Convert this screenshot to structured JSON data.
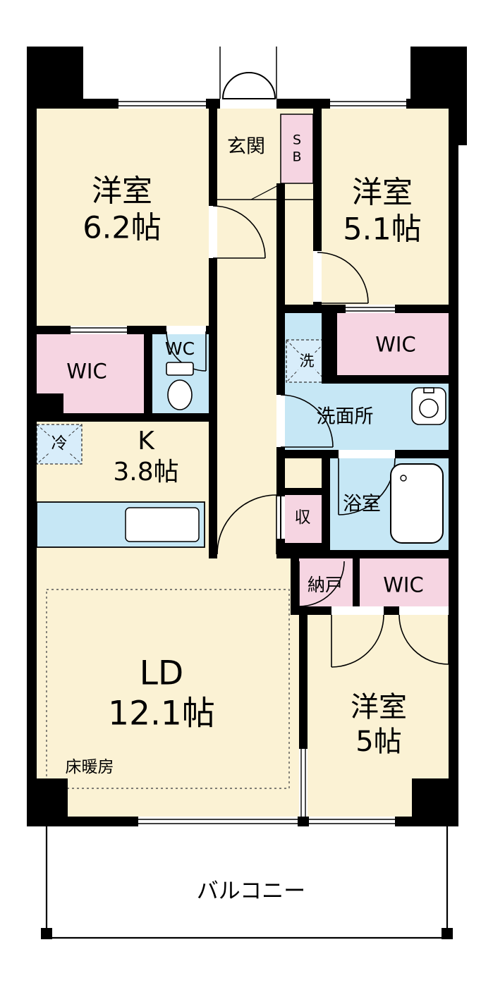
{
  "colors": {
    "room": "#FBF2D4",
    "closet": "#F6D5E2",
    "wet": "#C6E7F5",
    "appliance": "#D8EDFA",
    "wall": "#000000"
  },
  "rooms": {
    "bedroom1": {
      "name": "洋室",
      "size": "6.2帖"
    },
    "bedroom2": {
      "name": "洋室",
      "size": "5.1帖"
    },
    "bedroom3": {
      "name": "洋室",
      "size": "5帖"
    },
    "living_dining": {
      "name": "LD",
      "size": "12.1帖"
    },
    "kitchen": {
      "name": "K",
      "size": "3.8帖"
    },
    "entrance": {
      "label": "玄関"
    },
    "shoe_box": {
      "label": "SB"
    },
    "wic_left": {
      "label": "WIC"
    },
    "wic_top_right": {
      "label": "WIC"
    },
    "wic_bottom_right": {
      "label": "WIC"
    },
    "toilet": {
      "label": "WC"
    },
    "washroom": {
      "label": "洗面所"
    },
    "bathroom": {
      "label": "浴室"
    },
    "washer_space": {
      "label": "洗"
    },
    "refrigerator_space": {
      "label": "冷"
    },
    "storage": {
      "label": "収"
    },
    "closet_nando": {
      "label": "納戸"
    },
    "floor_heating": {
      "label": "床暖房"
    },
    "balcony": {
      "label": "バルコニー"
    }
  }
}
